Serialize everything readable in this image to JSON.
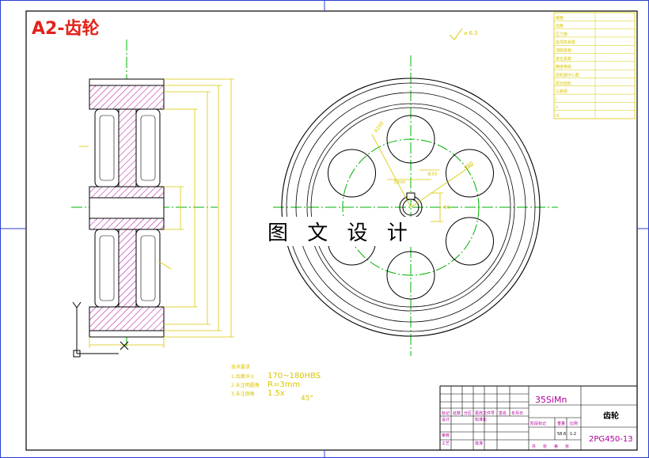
{
  "sheet": {
    "title": "A2-齿轮",
    "watermark": "图 文 设 计"
  },
  "tech_requirements": {
    "heading": "技术要求",
    "items": [
      {
        "label": "1.齿面淬火",
        "value": "170~180HBS"
      },
      {
        "label": "2.未注明圆角",
        "value": "R=3mm"
      },
      {
        "label": "3.未注倒角",
        "value": "1.5x",
        "suffix": "45°"
      }
    ]
  },
  "title_block": {
    "material": "35SiMn",
    "part_name": "齿轮",
    "drawing_no": "2PG450-13",
    "sheet_labels": [
      "标记",
      "处数",
      "分区",
      "更改文件号",
      "签名",
      "年月日",
      "设计",
      "标准化",
      "审核",
      "工艺",
      "批准",
      "阶段标记",
      "重量",
      "比例",
      "共",
      "张",
      "第",
      "张"
    ],
    "scale_values": [
      "58.6",
      "1:2"
    ]
  },
  "param_table": {
    "rows": [
      "模数",
      "齿数",
      "压力角",
      "齿顶高系数",
      "顶隙系数",
      "变位系数",
      "精度等级",
      "齿轮副中心距",
      "配对齿轮",
      "公差组",
      "I",
      "II",
      "III"
    ]
  }
}
